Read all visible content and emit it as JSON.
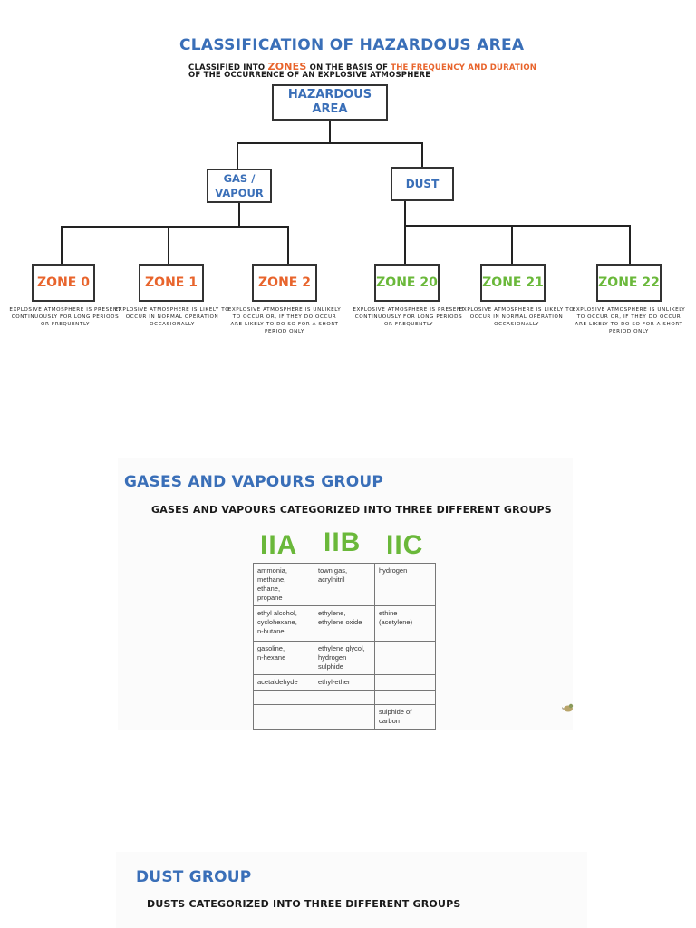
{
  "colors": {
    "blue": "#3a6fb8",
    "orange": "#e8642c",
    "green": "#6ab83a",
    "text": "#1a1a1a"
  },
  "classification": {
    "title": "CLASSIFICATION OF HAZARDOUS AREA",
    "sub_part1": "CLASSIFIED INTO ",
    "sub_zones": "ZONES",
    "sub_part2": " ON THE BASIS OF ",
    "sub_freq": "THE FREQUENCY AND DURATION",
    "sub_line2": "OF THE OCCURRENCE OF AN EXPLOSIVE ATMOSPHERE",
    "root": "HAZARDOUS\nAREA",
    "gas_node": "GAS /\nVAPOUR",
    "dust_node": "DUST",
    "zones": [
      {
        "label": "ZONE 0",
        "desc": "EXPLOSIVE ATMOSPHERE IS PRESENT CONTINUOUSLY FOR LONG PERIODS OR FREQUENTLY"
      },
      {
        "label": "ZONE 1",
        "desc": "EXPLOSIVE ATMOSPHERE IS LIKELY TO OCCUR IN NORMAL OPERATION OCCASIONALLY"
      },
      {
        "label": "ZONE 2",
        "desc": "EXPLOSIVE ATMOSPHERE IS UNLIKELY TO OCCUR OR, IF THEY DO OCCUR ARE LIKELY TO DO SO FOR A SHORT PERIOD ONLY"
      },
      {
        "label": "ZONE 20",
        "desc": "EXPLOSIVE ATMOSPHERE IS PRESENT CONTINUOUSLY FOR LONG PERIODS OR FREQUENTLY"
      },
      {
        "label": "ZONE 21",
        "desc": "EXPLOSIVE ATMOSPHERE IS LIKELY TO OCCUR IN NORMAL OPERATION OCCASIONALLY"
      },
      {
        "label": "ZONE 22",
        "desc": "EXPLOSIVE ATMOSPHERE IS UNLIKELY TO OCCUR OR, IF THEY DO OCCUR ARE LIKELY TO DO SO FOR A SHORT PERIOD ONLY"
      }
    ]
  },
  "gases": {
    "title": "GASES AND VAPOURS GROUP",
    "subtitle": "GASES AND VAPOURS CATEGORIZED INTO THREE DIFFERENT GROUPS",
    "groups": [
      "IIA",
      "IIB",
      "IIC"
    ],
    "rows": [
      [
        "ammonia,\nmethane, ethane,\npropane",
        "town gas,\nacrylnitril",
        "hydrogen"
      ],
      [
        "ethyl alcohol,\ncyclohexane,\nn-butane",
        "ethylene,\nethylene oxide",
        "ethine\n(acetylene)"
      ],
      [
        "gasoline,\nn-hexane",
        "ethylene glycol,\nhydrogen sulphide",
        ""
      ],
      [
        "acetaldehyde",
        "ethyl-ether",
        ""
      ],
      [
        "",
        "",
        ""
      ],
      [
        "",
        "",
        "sulphide of carbon"
      ]
    ]
  },
  "dust": {
    "title": "DUST GROUP",
    "subtitle": "DUSTS CATEGORIZED INTO THREE DIFFERENT GROUPS"
  }
}
